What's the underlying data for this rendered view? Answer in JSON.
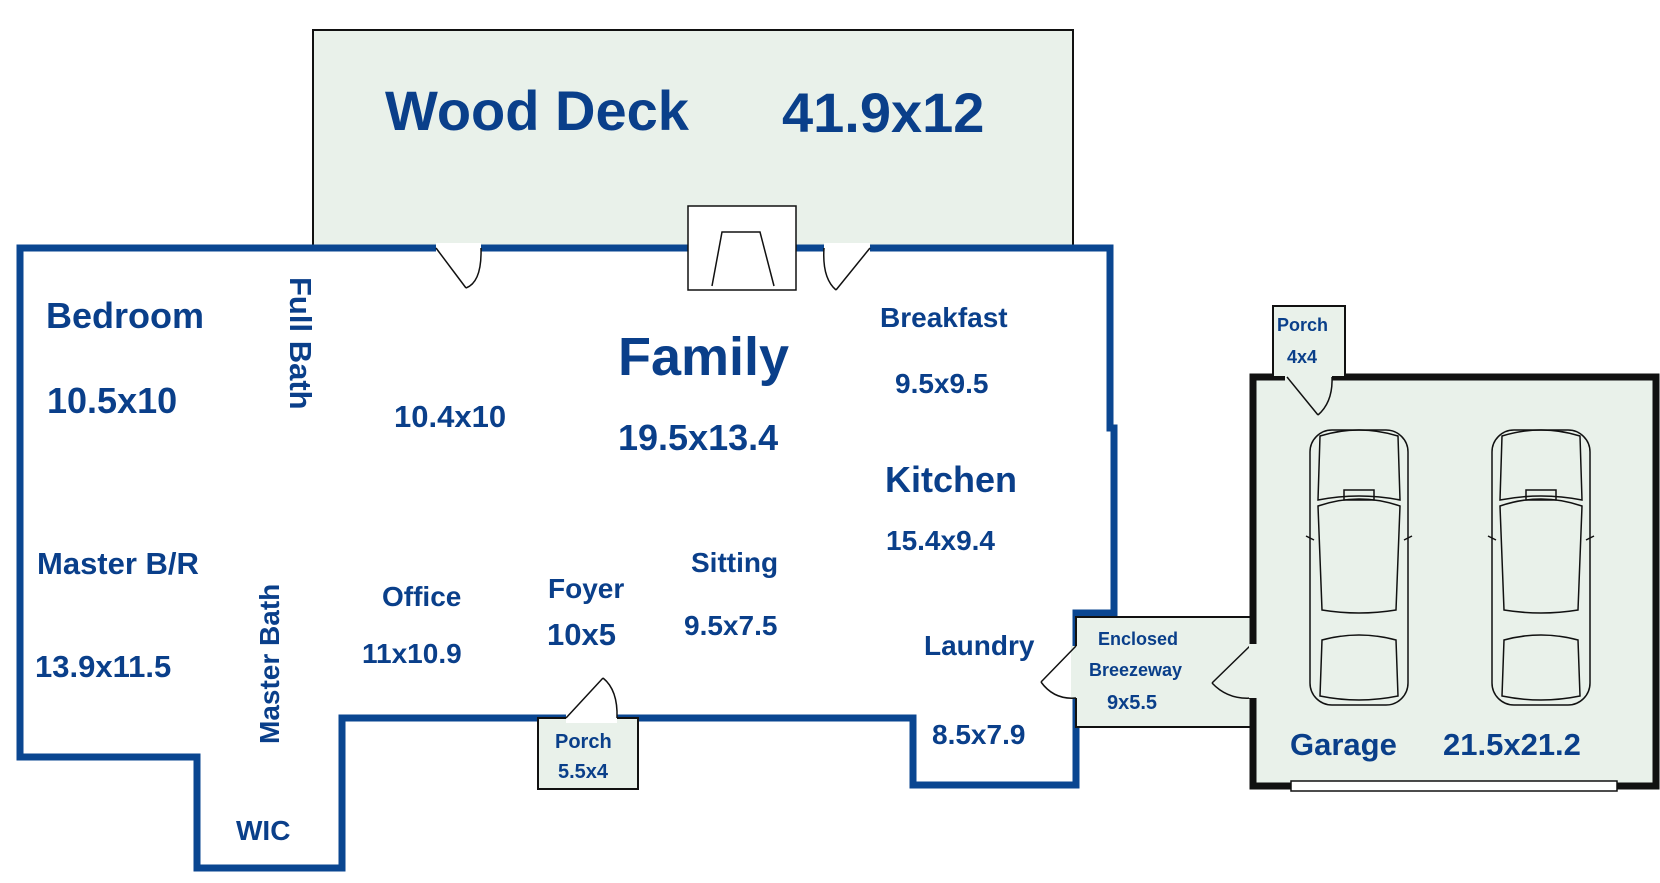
{
  "colors": {
    "wall": "#0a4691",
    "outline": "#111111",
    "fill_outdoor": "#e9f1ea",
    "text": "#0a3f8a"
  },
  "rooms": {
    "deck": {
      "name": "Wood Deck",
      "size": "41.9x12"
    },
    "bedroom": {
      "name": "Bedroom",
      "size": "10.5x10"
    },
    "full_bath": {
      "name": "Full Bath"
    },
    "room_center": {
      "size": "10.4x10"
    },
    "family": {
      "name": "Family",
      "size": "19.5x13.4"
    },
    "breakfast": {
      "name": "Breakfast",
      "size": "9.5x9.5"
    },
    "kitchen": {
      "name": "Kitchen",
      "size": "15.4x9.4"
    },
    "master": {
      "name": "Master B/R",
      "size": "13.9x11.5"
    },
    "master_bath": {
      "name": "Master Bath"
    },
    "office": {
      "name": "Office",
      "size": "11x10.9"
    },
    "foyer": {
      "name": "Foyer",
      "size": "10x5"
    },
    "sitting": {
      "name": "Sitting",
      "size": "9.5x7.5"
    },
    "laundry": {
      "name": "Laundry",
      "size": "8.5x7.9"
    },
    "wic": {
      "name": "WIC"
    },
    "porch_front": {
      "name": "Porch",
      "size": "5.5x4"
    },
    "breezeway": {
      "name_line1": "Enclosed",
      "name_line2": "Breezeway",
      "size": "9x5.5"
    },
    "porch_side": {
      "name": "Porch",
      "size": "4x4"
    },
    "garage": {
      "name": "Garage",
      "size": "21.5x21.2"
    }
  }
}
